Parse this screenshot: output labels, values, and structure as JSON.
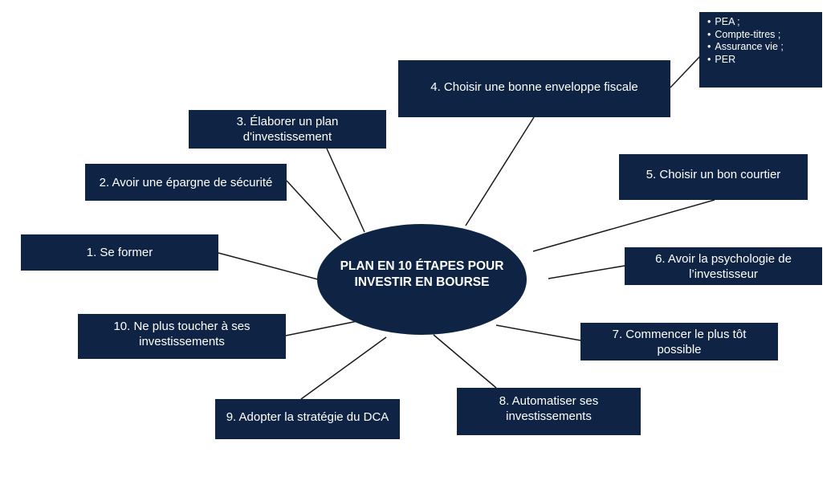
{
  "center": {
    "title": "PLAN EN 10 ÉTAPES POUR\nINVESTIR EN BOURSE"
  },
  "steps": [
    {
      "label": "1. Se former"
    },
    {
      "label": "2. Avoir une épargne de sécurité"
    },
    {
      "label": "3. Élaborer un plan\nd'investissement"
    },
    {
      "label": "4. Choisir une bonne enveloppe fiscale"
    },
    {
      "label": "5. Choisir un bon courtier"
    },
    {
      "label": "6. Avoir la psychologie de\nl’investisseur"
    },
    {
      "label": "7. Commencer le plus tôt\npossible"
    },
    {
      "label": "8. Automatiser ses\ninvestissements"
    },
    {
      "label": "9. Adopter la stratégie du DCA"
    },
    {
      "label": "10. Ne plus toucher à ses\ninvestissements"
    }
  ],
  "envelopes": {
    "items": [
      "PEA ;",
      "Compte-titres ;",
      "Assurance vie ;",
      "PER"
    ]
  },
  "colors": {
    "box": "#0f2444",
    "line": "#1a1a1a",
    "text": "#ffffff"
  }
}
